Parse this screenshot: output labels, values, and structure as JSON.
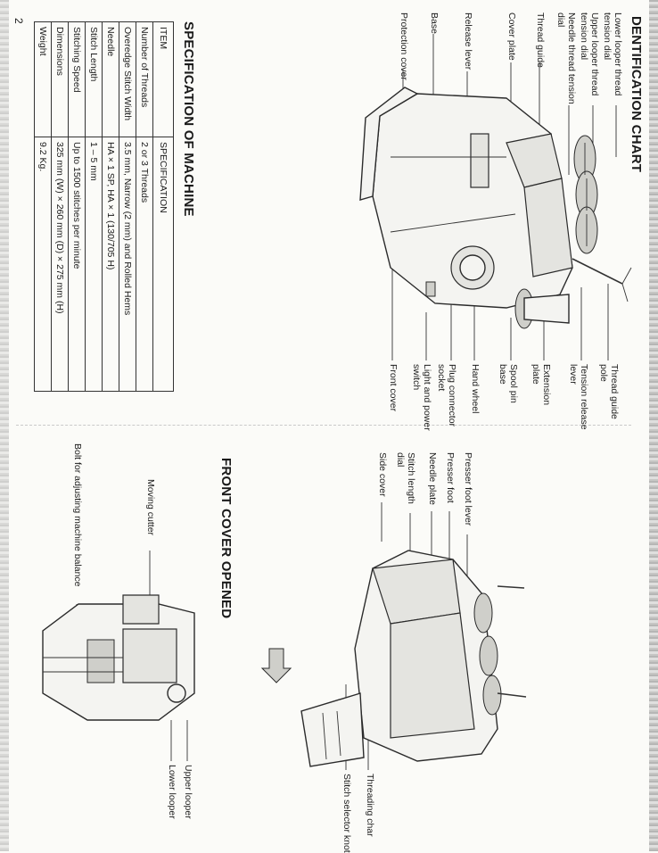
{
  "page_number": "2",
  "chart": {
    "title": "DENTIFICATION CHART",
    "labels_left": [
      "Lower looper thread\ntension dial",
      "Upper looper thread\ntension dial",
      "Needle thread tension\ndial",
      "Thread guide",
      "Cover plate",
      "Release lever",
      "Base",
      "Protection cover"
    ],
    "labels_right": [
      "Thread guide\npole",
      "Tension release\nlever",
      "Extension\nplate",
      "Spool pin\nbase",
      "Hand wheel",
      "Plug connector\nsocket",
      "Light and power\nswitch",
      "Front cover"
    ]
  },
  "spec": {
    "title": "SPECIFICATION OF MACHINE",
    "headers": [
      "ITEM",
      "SPECIFICATION"
    ],
    "rows": [
      [
        "Number of Threads",
        "2 or 3 Threads"
      ],
      [
        "Overedge Stitch Width",
        "3.5 mm, Narrow (2 mm) and Rolled Hems"
      ],
      [
        "Needle",
        "HA × 1 SP, HA × 1 (130/705 H)"
      ],
      [
        "Stitch Length",
        "1 – 5 mm"
      ],
      [
        "Stitching Speed",
        "Up to 1500 stitches per minute"
      ],
      [
        "Dimensions",
        "325 mm (W) × 260 mm (D) × 275 mm (H)"
      ],
      [
        "Weight",
        "9.2 Kg."
      ]
    ]
  },
  "front": {
    "title": "FRONT COVER OPENED",
    "labels_left": [
      "Presser foot lever",
      "Presser foot",
      "Needle plate",
      "Stitch length\ndial",
      "Side cover"
    ],
    "labels_right": [
      "Threading char",
      "Stitch selector knot"
    ],
    "labels_bottom": [
      "Moving cutter",
      "Bolt for adjusting machine balance",
      "Upper looper",
      "Lower looper"
    ]
  }
}
